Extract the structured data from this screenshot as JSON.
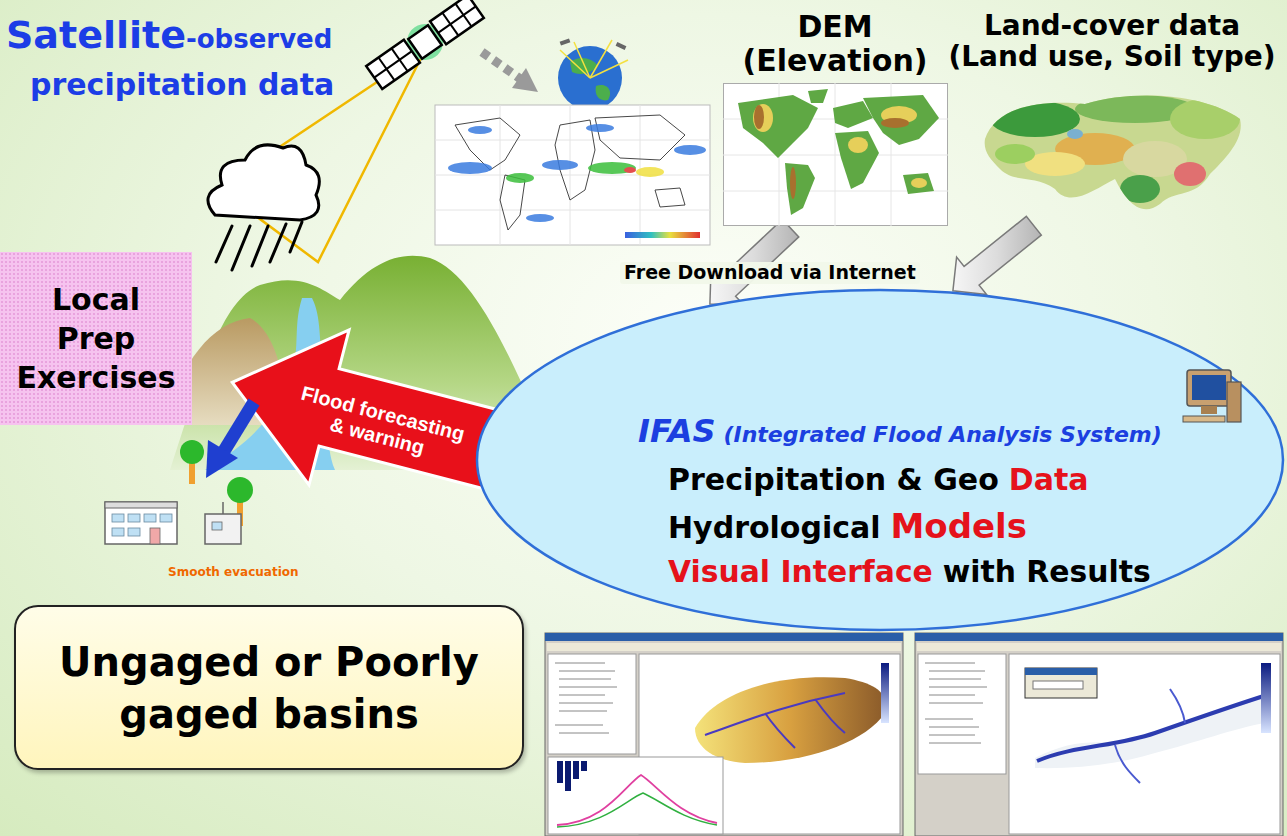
{
  "diagram": {
    "nodes": [
      {
        "text": [
          "DEM",
          "(Elevation)"
        ]
      },
      {
        "text": [
          "Land-cover data",
          "(Land use, Soil type)"
        ]
      },
      {
        "text": [
          "Local Prep Exercises"
        ]
      },
      {
        "text": [
          "IFAS",
          "(Integrated Flood Analysis System)",
          "Precipitation & Geo",
          "Data",
          "Hydrological",
          "Models",
          "Visual Interface",
          "with Results"
        ]
      },
      {
        "text": [
          "Ungaged or Poorly gaged basins"
        ]
      }
    ],
    "edges": [
      {
        "from": 0,
        "to": 3,
        "arrow": "to"
      },
      {
        "from": 1,
        "to": 3,
        "arrow": "to"
      }
    ],
    "labels": [
      "Satellite",
      "-observed",
      "precipitation data",
      "Free Download via Internet",
      "Flood forecasting & warning",
      "Smooth evacuation"
    ]
  }
}
